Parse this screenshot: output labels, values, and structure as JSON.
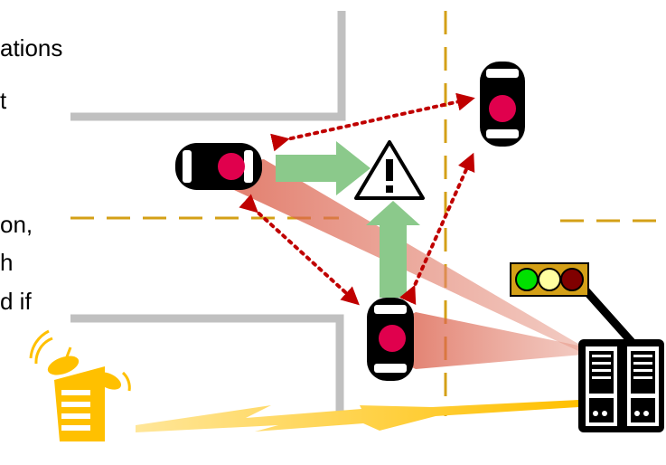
{
  "text_fragments": [
    "ations",
    "t",
    "on,",
    "h",
    "d if"
  ],
  "colors": {
    "road_edge": "#c0c0c0",
    "lane_divider": "#d4a017",
    "communication_link": "#c00000",
    "movement_arrow": "#8bc98b",
    "sensor_beam": "#e58a7a",
    "car_body": "#000000",
    "car_marker": "#e0004d",
    "warning_outline": "#000000",
    "traffic_light_housing": "#d4a017",
    "light_green": "#00e000",
    "light_yellow": "#ffffa0",
    "light_red": "#800000",
    "server_body": "#000000",
    "tower_body": "#ffc000",
    "wireless_link": "#ffd966"
  },
  "icons": [
    "car-icon",
    "warning-icon",
    "traffic-light-icon",
    "server-icon",
    "cell-tower-icon",
    "lightning-link-icon"
  ]
}
